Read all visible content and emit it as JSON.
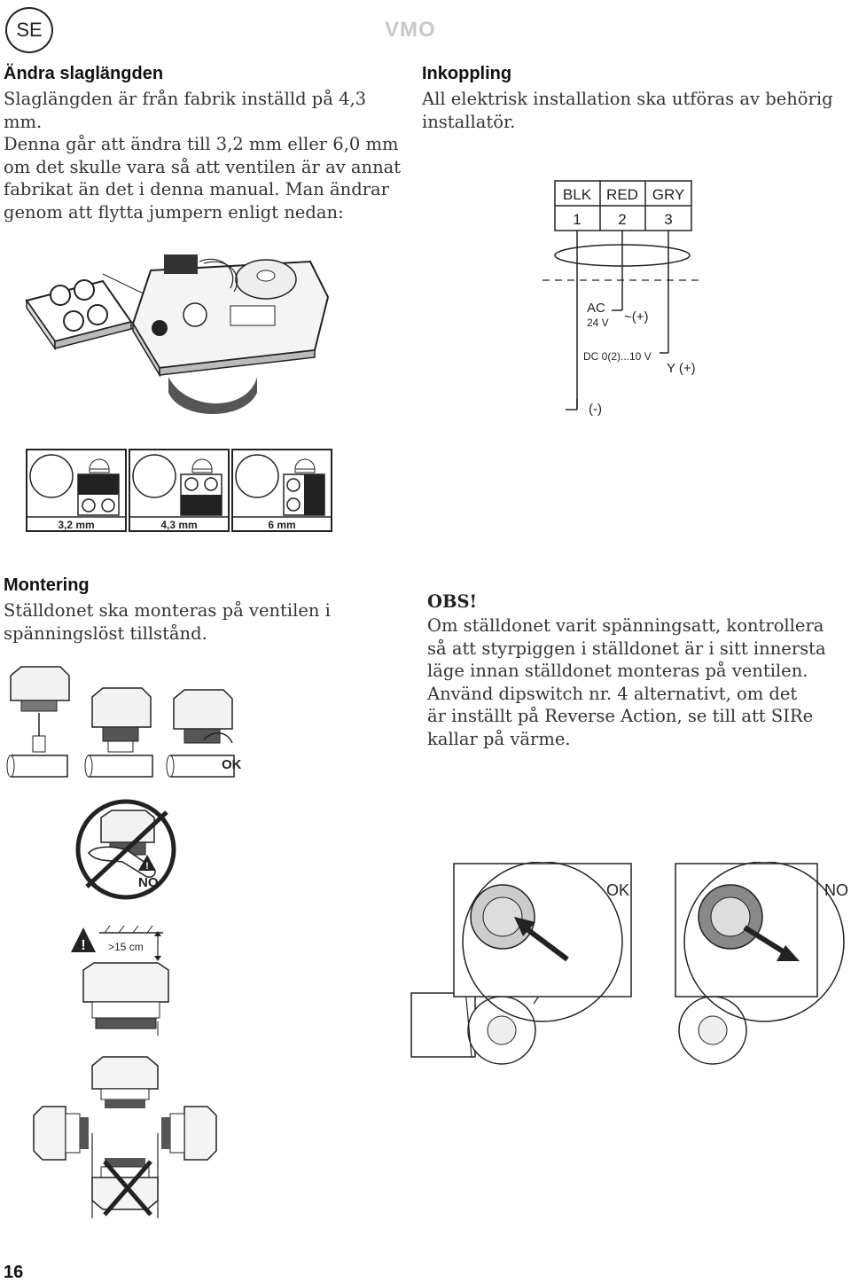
{
  "header": {
    "language_badge": "SE",
    "brand": "VMO"
  },
  "stroke_section": {
    "heading": "Ändra slaglängden",
    "lines": [
      "Slaglängden är från fabrik inställd på 4,3 mm.",
      "Denna går att ändra till 3,2 mm eller 6,0 mm",
      "om det skulle vara så att ventilen är av annat",
      "fabrikat än det i denna manual. Man ändrar",
      "genom att flytta jumpern enligt nedan:"
    ],
    "jumper_labels": [
      "3,2 mm",
      "4,3 mm",
      "6 mm"
    ]
  },
  "wiring_section": {
    "heading": "Inkoppling",
    "lines": [
      "All elektrisk installation ska utföras av behörig",
      "installatör."
    ],
    "wire_colors": [
      "BLK",
      "RED",
      "GRY"
    ],
    "terminals": [
      "1",
      "2",
      "3"
    ],
    "supply_ac": "AC",
    "supply_ac_voltage": "24 V",
    "supply_ac_polarity": "~(+)",
    "signal_range": "DC 0(2)...10 V",
    "signal_label": "Y (+)",
    "ground_label": "(-)"
  },
  "mounting_section": {
    "heading": "Montering",
    "lines": [
      "Ställdonet ska monteras på ventilen i",
      "spänningslöst tillstånd."
    ],
    "ok_label": "OK",
    "no_label": "NO",
    "clearance_label": ">15 cm"
  },
  "obs_section": {
    "heading": "OBS!",
    "lines": [
      "Om ställdonet varit spänningsatt, kontrollera",
      "så att styrpiggen i ställdonet är i sitt innersta",
      "läge innan ställdonet monteras på ventilen.",
      "Använd dipswitch nr. 4  alternativt, om det",
      "är inställt på Reverse Action, se till att SIRe",
      "kallar på värme."
    ],
    "ok_label": "OK",
    "no_label": "NO"
  },
  "footer": {
    "page_number": "16"
  }
}
